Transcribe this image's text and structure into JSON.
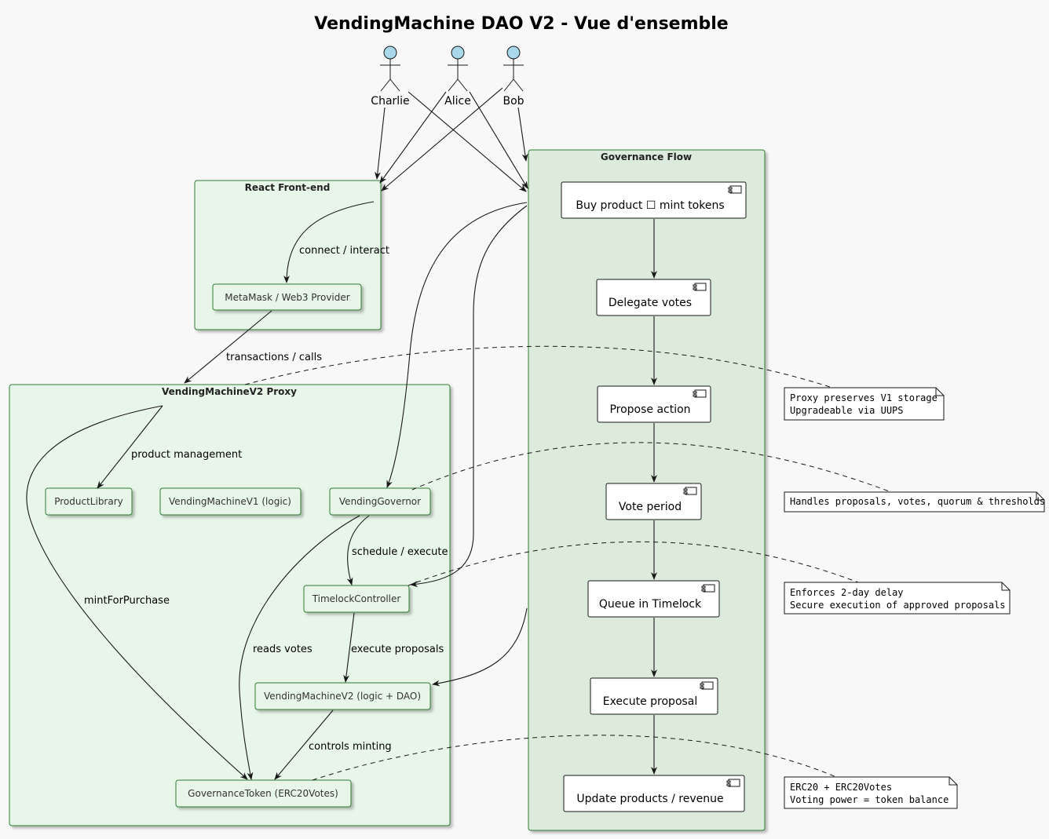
{
  "title": "VendingMachine DAO V2 - Vue d'ensemble",
  "actors": {
    "charlie": "Charlie",
    "alice": "Alice",
    "bob": "Bob"
  },
  "packages": {
    "frontend": "React Front-end",
    "proxy": "VendingMachineV2 Proxy",
    "governance": "Governance Flow"
  },
  "components": {
    "metamask": "MetaMask / Web3 Provider",
    "product_library": "ProductLibrary",
    "v1_logic": "VendingMachineV1 (logic)",
    "governor": "VendingGovernor",
    "timelock": "TimelockController",
    "v2_logic": "VendingMachineV2 (logic + DAO)",
    "token": "GovernanceToken (ERC20Votes)"
  },
  "flow_steps": {
    "buy": "Buy product ☐ mint tokens",
    "delegate": "Delegate votes",
    "propose": "Propose action",
    "vote": "Vote period",
    "queue": "Queue in Timelock",
    "execute": "Execute proposal",
    "update": "Update products / revenue"
  },
  "edge_labels": {
    "connect": "connect / interact",
    "transactions": "transactions / calls",
    "product_management": "product management",
    "mint_for_purchase": "mintForPurchase",
    "schedule": "schedule / execute",
    "reads_votes": "reads votes",
    "execute_proposals": "execute proposals",
    "controls_minting": "controls minting"
  },
  "notes": {
    "proxy": [
      "Proxy preserves V1 storage",
      "Upgradeable via UUPS"
    ],
    "governor": [
      "Handles proposals, votes, quorum & thresholds"
    ],
    "timelock": [
      "Enforces 2-day delay",
      "Secure execution of approved proposals"
    ],
    "token": [
      "ERC20 + ERC20Votes",
      "Voting power = token balance"
    ]
  },
  "colors": {
    "package_fill": "#e8f5e9",
    "governance_fill": "#dcebdc",
    "border": "#2e7d32",
    "actor_head": "#a8d8ea"
  }
}
